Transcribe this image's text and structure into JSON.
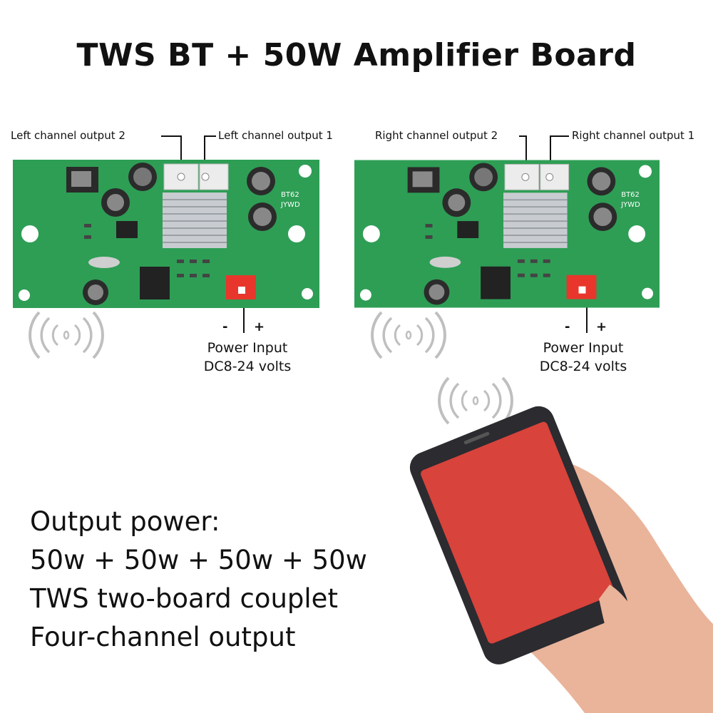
{
  "title": "TWS BT + 50W Amplifier Board",
  "left_board": {
    "output2_label": "Left channel output 2",
    "output1_label": "Left channel output 1",
    "minus": "-",
    "plus": "+",
    "power_line1": "Power Input",
    "power_line2": "DC8-24 volts",
    "silk_model": "BT62",
    "silk_brand": "JYWD"
  },
  "right_board": {
    "output2_label": "Right channel output 2",
    "output1_label": "Right channel output 1",
    "minus": "-",
    "plus": "+",
    "power_line1": "Power Input",
    "power_line2": "DC8-24 volts",
    "silk_model": "BT62",
    "silk_brand": "JYWD"
  },
  "specs": {
    "line1": "Output power:",
    "line2": "50w + 50w + 50w + 50w",
    "line3": "TWS two-board couplet",
    "line4": "Four-channel output"
  },
  "colors": {
    "pcb_green": "#2e9e55",
    "phone_screen": "#d8433b",
    "connector_red": "#e8362c"
  },
  "icons": [
    "wireless-signal-icon",
    "smartphone-icon",
    "hand-icon"
  ]
}
